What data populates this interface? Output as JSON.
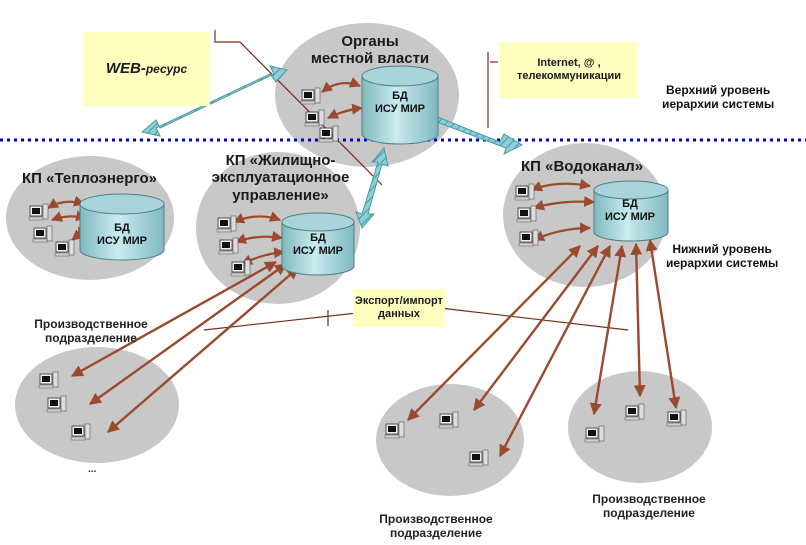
{
  "notes": {
    "web": {
      "big": "WEB-",
      "small": "ресурс"
    },
    "internet": {
      "line1": "Internet, @ ,",
      "line2": "телекоммуникации"
    },
    "export": {
      "line1": "Экспорт/импорт",
      "line2": "данных"
    }
  },
  "levels": {
    "upper": {
      "line1": "Верхний уровень",
      "line2": "иерархии системы"
    },
    "lower": {
      "line1": "Нижний уровень",
      "line2": "иерархии системы"
    }
  },
  "nodes": {
    "authorities": {
      "line1": "Органы",
      "line2": "местной власти"
    },
    "teploenergo": {
      "line1": "КП «Теплоэнерго»"
    },
    "housing": {
      "line1": "КП «Жилищно-",
      "line2": "эксплуатационное",
      "line3": "управление»"
    },
    "vodokanal": {
      "line1": "КП «Водоканал»"
    }
  },
  "db": {
    "line1": "БД",
    "line2": "ИСУ МИР"
  },
  "subdivisions": {
    "left": {
      "line1": "Производственное",
      "line2": "подразделение",
      "ellipsis": "..."
    },
    "bottom_center": {
      "line1": "Производственное",
      "line2": "подразделение"
    },
    "bottom_right": {
      "line1": "Производственное",
      "line2": "подразделение"
    }
  },
  "colors": {
    "ellipse": "#c8c8c8",
    "database": "#a8d4d9",
    "arrow": "#9b4a2e",
    "hatched_arrow": "#8ccfd6",
    "divider": "#0000cc",
    "note_bg": "#ffffc0"
  },
  "icons": [
    "computer-icon",
    "database-icon"
  ]
}
